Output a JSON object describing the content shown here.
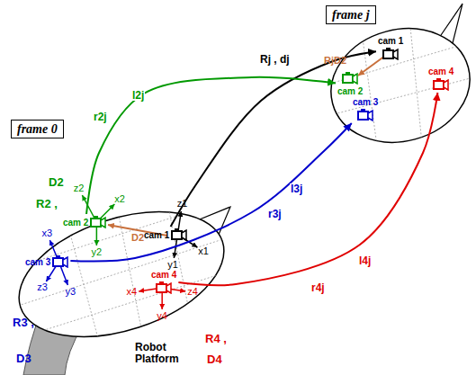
{
  "diagram": {
    "nodes": [
      {
        "text": [
          "frame 0"
        ]
      },
      {
        "text": [
          "frame j"
        ]
      },
      {
        "text": [
          "cam 1"
        ]
      },
      {
        "text": [
          "cam 2"
        ]
      },
      {
        "text": [
          "cam 3"
        ]
      },
      {
        "text": [
          "cam 4"
        ]
      },
      {
        "text": [
          "cam 1"
        ]
      },
      {
        "text": [
          "cam 2"
        ]
      },
      {
        "text": [
          "cam 3"
        ]
      },
      {
        "text": [
          "cam 4"
        ]
      }
    ],
    "edges": [
      {
        "from": 2,
        "to": 6,
        "arrow": "to",
        "label": "Rj , dj"
      },
      {
        "from": 3,
        "to": 7,
        "arrow": "to",
        "label": "l2j"
      },
      {
        "from": 4,
        "to": 8,
        "arrow": "to",
        "label": "l3j"
      },
      {
        "from": 5,
        "to": 9,
        "arrow": "to",
        "label": "l4j"
      }
    ],
    "labels": [
      "r2j",
      "r3j",
      "r4j",
      "D2",
      "R2 ,",
      "D3",
      "R3 ,",
      "R4 ,",
      "D4",
      "D2",
      "RjD2",
      "x1",
      "y1",
      "z1",
      "x2",
      "y2",
      "z2",
      "x3",
      "y3",
      "z3",
      "x4",
      "y4",
      "z4",
      "Robot Platform"
    ]
  }
}
